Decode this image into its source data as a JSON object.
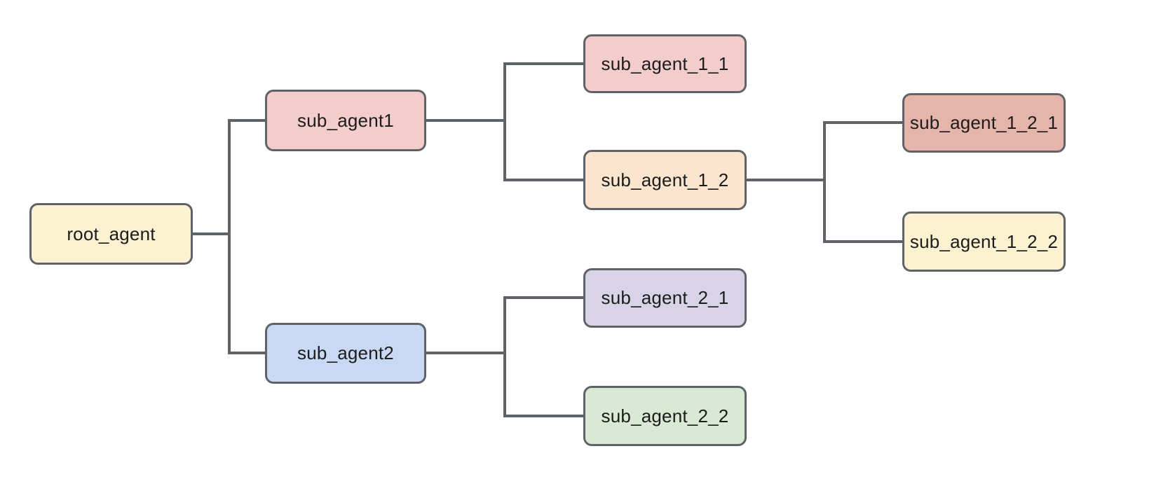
{
  "diagram": {
    "title": "agent-hierarchy-tree",
    "background": "#ffffff",
    "line_color": "#5f6368",
    "border_color": "#5f6368",
    "text_color": "#1c1c1c"
  },
  "nodes": [
    {
      "id": "root_agent",
      "label": "root_agent",
      "fill": "#fcf2d2"
    },
    {
      "id": "sub_agent1",
      "label": "sub_agent1",
      "fill": "#f3cccc"
    },
    {
      "id": "sub_agent_1_1",
      "label": "sub_agent_1_1",
      "fill": "#f3cccc"
    },
    {
      "id": "sub_agent_1_2",
      "label": "sub_agent_1_2",
      "fill": "#fbe5ce"
    },
    {
      "id": "sub_agent_1_2_1",
      "label": "sub_agent_1_2_1",
      "fill": "#e5b5ac"
    },
    {
      "id": "sub_agent_1_2_2",
      "label": "sub_agent_1_2_2",
      "fill": "#fcf2d2"
    },
    {
      "id": "sub_agent2",
      "label": "sub_agent2",
      "fill": "#c9d9f3"
    },
    {
      "id": "sub_agent_2_1",
      "label": "sub_agent_2_1",
      "fill": "#d9d3e8"
    },
    {
      "id": "sub_agent_2_2",
      "label": "sub_agent_2_2",
      "fill": "#d9e9d4"
    }
  ],
  "edges": [
    {
      "from": "root_agent",
      "to": "sub_agent1"
    },
    {
      "from": "root_agent",
      "to": "sub_agent2"
    },
    {
      "from": "sub_agent1",
      "to": "sub_agent_1_1"
    },
    {
      "from": "sub_agent1",
      "to": "sub_agent_1_2"
    },
    {
      "from": "sub_agent_1_2",
      "to": "sub_agent_1_2_1"
    },
    {
      "from": "sub_agent_1_2",
      "to": "sub_agent_1_2_2"
    },
    {
      "from": "sub_agent2",
      "to": "sub_agent_2_1"
    },
    {
      "from": "sub_agent2",
      "to": "sub_agent_2_2"
    }
  ]
}
